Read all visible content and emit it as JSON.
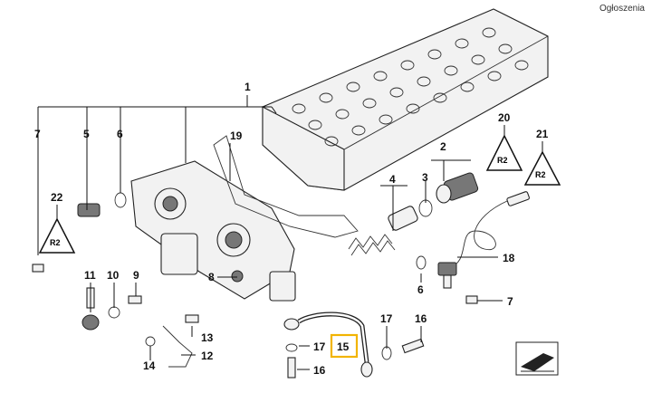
{
  "ad_label": "Ogłoszenia",
  "callouts": [
    "1",
    "2",
    "3",
    "4",
    "5",
    "6",
    "7",
    "8",
    "9",
    "10",
    "11",
    "12",
    "13",
    "14",
    "15",
    "16",
    "17",
    "18",
    "19",
    "20",
    "21",
    "22",
    "6",
    "7"
  ],
  "highlighted_callout": "15",
  "colors": {
    "highlight": "#f2b400",
    "line": "#222222"
  }
}
